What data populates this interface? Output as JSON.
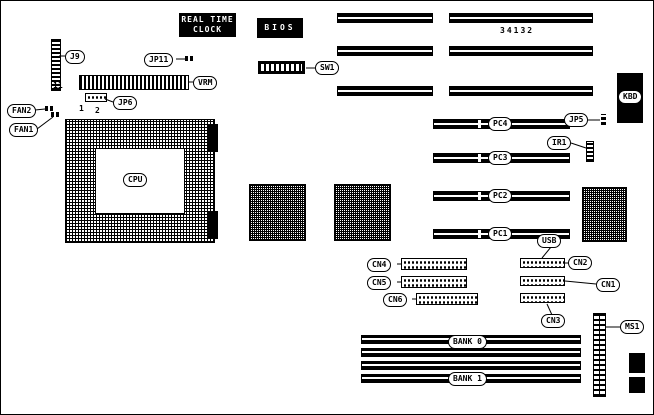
{
  "board": {
    "part_number": "34132",
    "markers": {
      "pin11": "11",
      "pin1": "1",
      "pin2": "2"
    },
    "labels": {
      "rtc_line1": "REAL TIME",
      "rtc_line2": "CLOCK",
      "bios": "BIOS",
      "j9": "J9",
      "jp11": "JP11",
      "vrm": "VRM",
      "fan2": "FAN2",
      "fan1": "FAN1",
      "jp6": "JP6",
      "sw1": "SW1",
      "cpu": "CPU",
      "kbd": "KBD",
      "jp5": "JP5",
      "ir1": "IR1",
      "pc4": "PC4",
      "pc3": "PC3",
      "pc2": "PC2",
      "pc1": "PC1",
      "usb": "USB",
      "cn4": "CN4",
      "cn5": "CN5",
      "cn6": "CN6",
      "cn2": "CN2",
      "cn1": "CN1",
      "cn3": "CN3",
      "bank0": "BANK 0",
      "bank1": "BANK 1",
      "ms1": "MS1"
    }
  }
}
